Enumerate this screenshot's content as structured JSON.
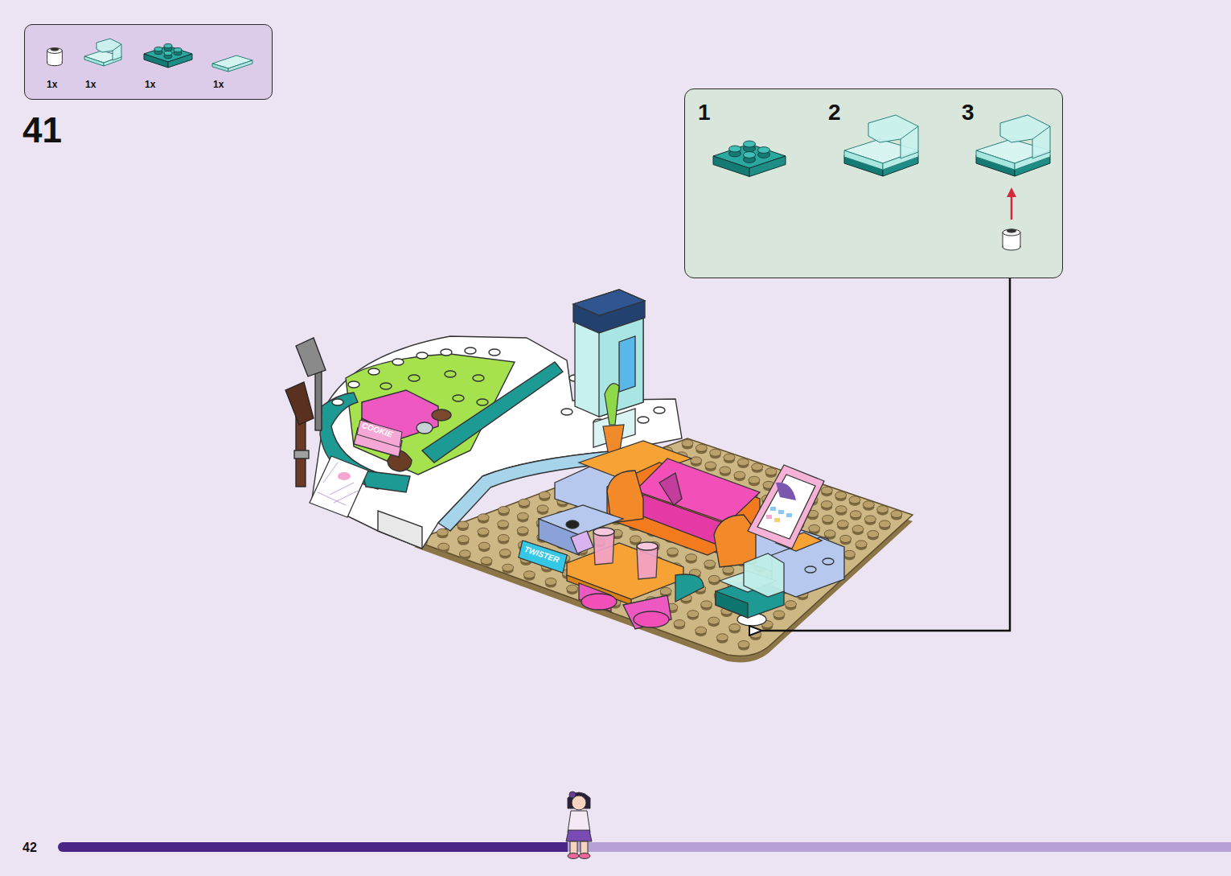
{
  "diagram": {
    "nodes": [
      {
        "text": [
          "1x",
          "1x",
          "1x",
          "1x"
        ]
      },
      {
        "text": [
          "1",
          "2",
          "3"
        ]
      }
    ],
    "labels": [
      "41",
      "42",
      "COOKIE",
      "TWISTER"
    ]
  }
}
